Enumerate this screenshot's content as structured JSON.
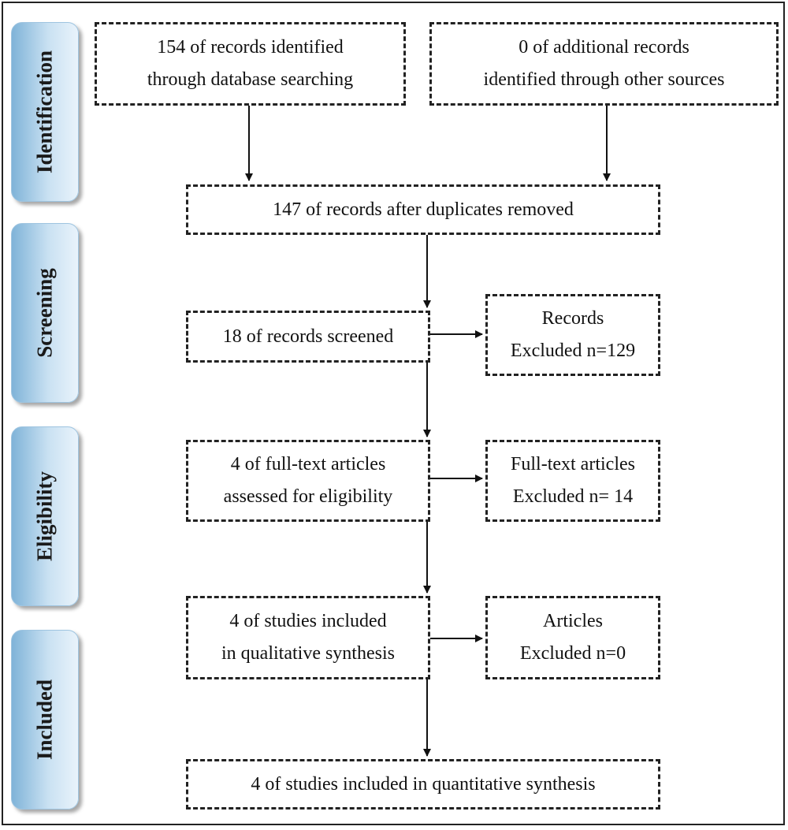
{
  "phases": {
    "identification": "Identification",
    "screening": "Screening",
    "eligibility": "Eligibility",
    "included": "Included"
  },
  "boxes": {
    "db_search": [
      "154 of records identified",
      "through database searching"
    ],
    "other_sources": [
      "0 of additional records",
      "identified through other sources"
    ],
    "after_duplicates": [
      "147 of records after duplicates removed"
    ],
    "screened": [
      "18 of records screened"
    ],
    "records_excluded": [
      "Records",
      "Excluded n=129"
    ],
    "fulltext_assessed": [
      "4 of full-text articles",
      "assessed for eligibility"
    ],
    "fulltext_excluded": [
      "Full-text articles",
      "Excluded n= 14"
    ],
    "qualitative": [
      "4 of studies included",
      "in qualitative synthesis"
    ],
    "articles_excluded": [
      "Articles",
      "Excluded n=0"
    ],
    "quantitative": [
      "4 of studies included in quantitative synthesis"
    ]
  }
}
